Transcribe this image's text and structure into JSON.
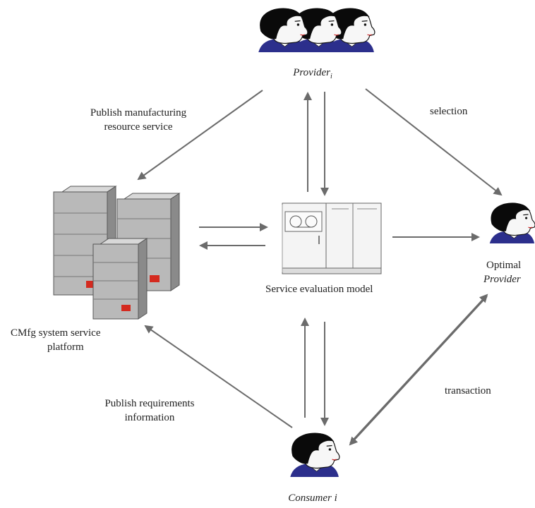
{
  "labels": {
    "provider": "Provider",
    "provider_sub": "i",
    "publish_service_line1": "Publish manufacturing",
    "publish_service_line2": "resource service",
    "selection": "selection",
    "evaluation_model": "Service evaluation model",
    "optimal_line1": "Optimal",
    "optimal_line2": "Provider",
    "platform_line1": "CMfg system service",
    "platform_line2": "platform",
    "publish_req_line1": "Publish requirements",
    "publish_req_line2": "information",
    "transaction": "transaction",
    "consumer": "Consumer i"
  },
  "colors": {
    "arrow": "#6b6b6b",
    "server_gray": "#b9b9b9",
    "server_dark": "#8a8a8a",
    "server_led": "#d42a1f",
    "hair": "#0a0a0a",
    "skin": "#f7f7f7",
    "collar": "#2c2f8c",
    "machine": "#f2f2f2"
  },
  "icons": {
    "provider_group": "people-group-icon",
    "optimal_provider": "person-icon",
    "consumer": "person-icon",
    "platform": "server-cluster-icon",
    "evaluation": "computer-machine-icon"
  }
}
